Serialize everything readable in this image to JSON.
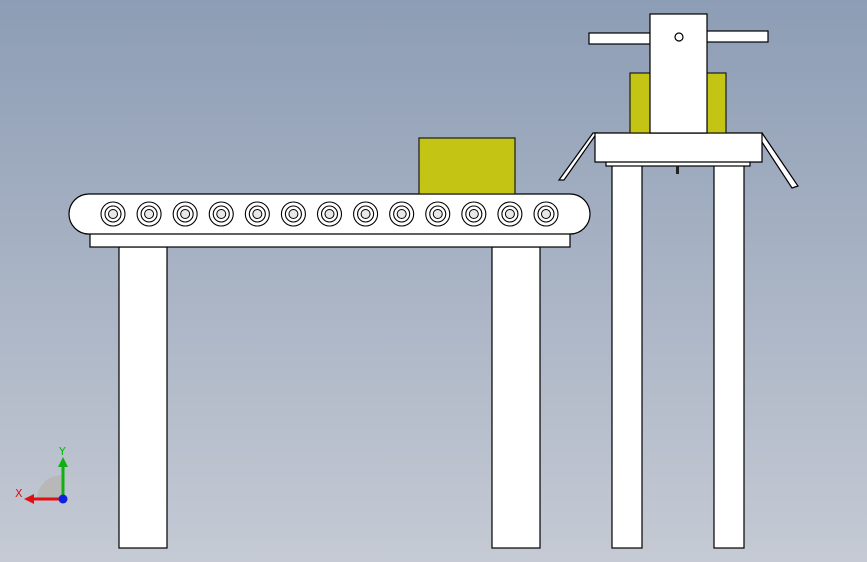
{
  "colors": {
    "background_top": "#8d9db5",
    "background_bottom": "#c5cad4",
    "part_fill": "#ffffff",
    "edge": "#000000",
    "box_fill": "#c4c414",
    "axis_x": "#e01010",
    "axis_y": "#10b010",
    "axis_z": "#1020e0"
  },
  "conveyor": {
    "roller_count": 13
  },
  "triad": {
    "x_label": "X",
    "y_label": "Y"
  }
}
